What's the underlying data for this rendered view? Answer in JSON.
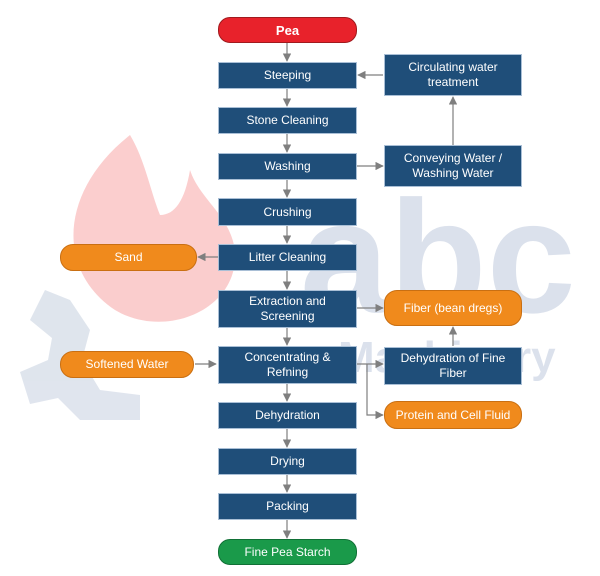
{
  "watermark": {
    "brand": "abc",
    "tagline": "Machinery"
  },
  "nodes": {
    "pea": "Pea",
    "steeping": "Steeping",
    "stone_cleaning": "Stone Cleaning",
    "washing": "Washing",
    "crushing": "Crushing",
    "litter_cleaning": "Litter Cleaning",
    "extraction": "Extraction and Screening",
    "concentrating": "Concentrating & Refning",
    "dehydration": "Dehydration",
    "drying": "Drying",
    "packing": "Packing",
    "fine_pea_starch": "Fine Pea Starch",
    "circulating_water": "Circulating water treatment",
    "conveying_water": "Conveying Water / Washing Water",
    "sand": "Sand",
    "fiber": "Fiber (bean dregs)",
    "softened_water": "Softened Water",
    "dehydration_fine_fiber": "Dehydration of Fine Fiber",
    "protein_cell_fluid": "Protein and Cell Fluid"
  },
  "colors": {
    "process_step": "#1f4e79",
    "start": "#e8222b",
    "end": "#1a9a4a",
    "by_product": "#f08a1c",
    "arrow": "#7f7f7f"
  }
}
